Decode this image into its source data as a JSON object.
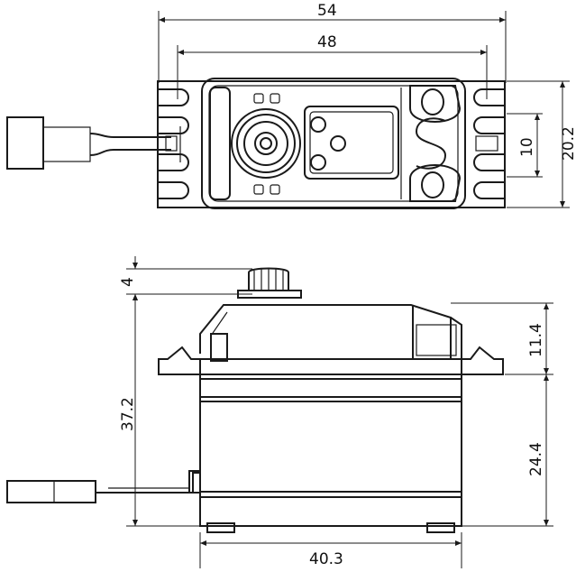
{
  "dimensions": {
    "top_view_overall_width": "54",
    "top_view_hole_spacing": "48",
    "top_view_height": "20.2",
    "top_view_slot_spacing": "10",
    "side_view_spline_height": "4",
    "side_view_upper_case": "11.4",
    "side_view_total_height": "37.2",
    "side_view_lower_case": "24.4",
    "side_view_body_width": "40.3"
  }
}
